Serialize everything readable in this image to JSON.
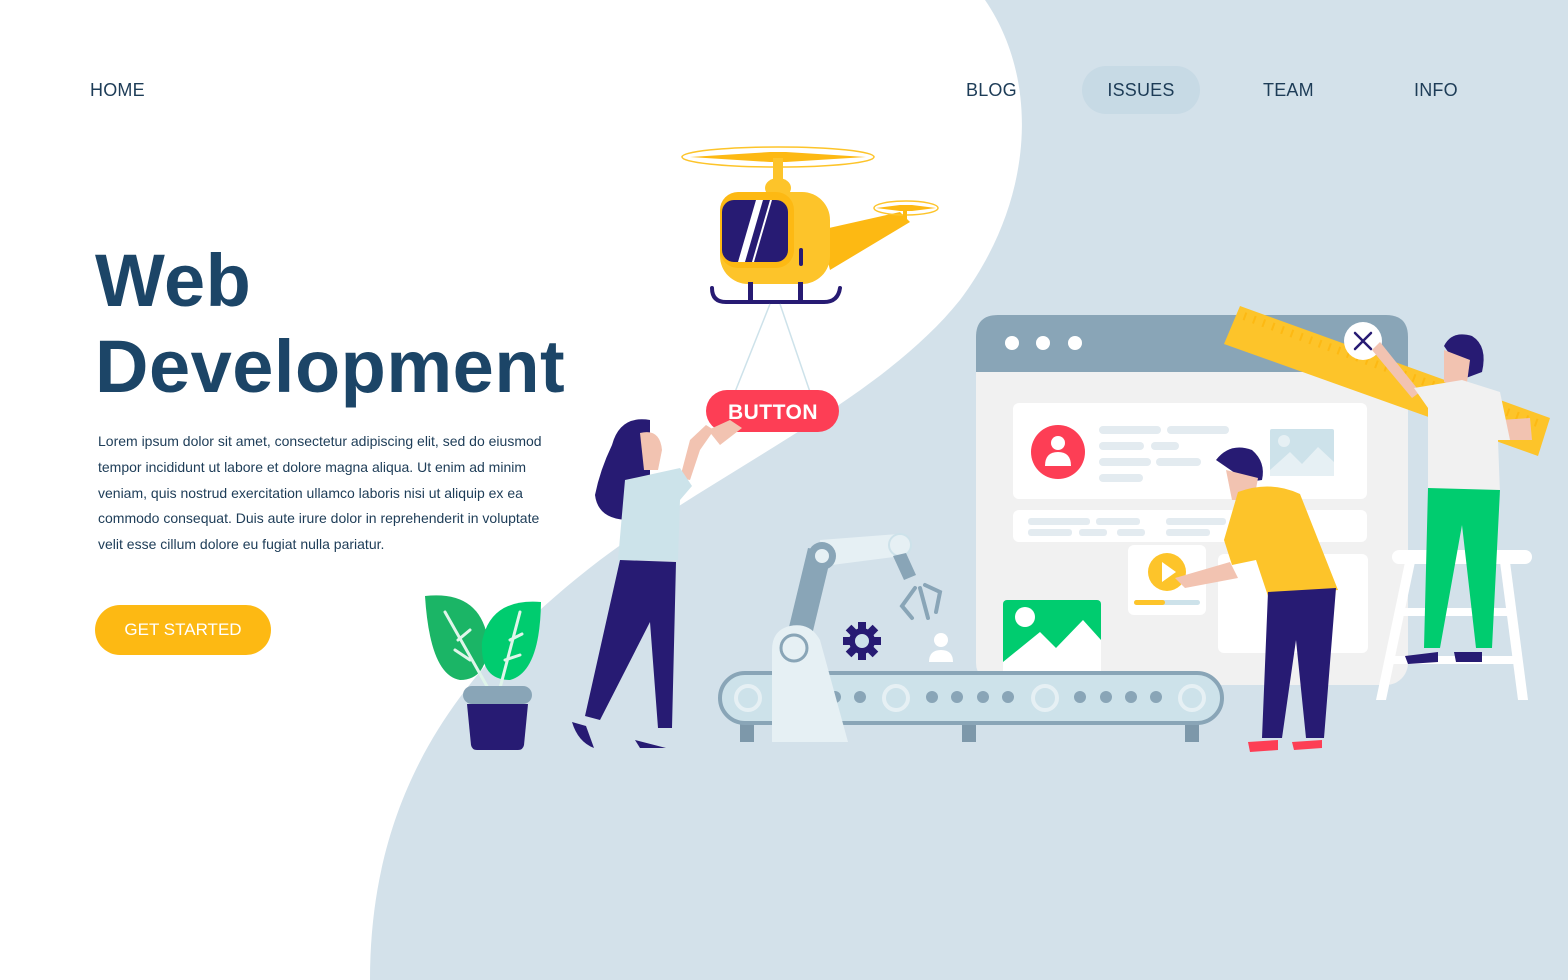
{
  "nav": {
    "items": [
      {
        "label": "HOME",
        "active": false
      },
      {
        "label": "BLOG",
        "active": false
      },
      {
        "label": "ISSUES",
        "active": true
      },
      {
        "label": "TEAM",
        "active": false
      },
      {
        "label": "INFO",
        "active": false
      }
    ]
  },
  "hero": {
    "title_line1": "Web",
    "title_line2": "Development",
    "body": "Lorem ipsum dolor sit amet, consectetur adipiscing elit, sed do eiusmod tempor incididunt ut labore et dolore magna aliqua. Ut enim ad minim veniam, quis nostrud exercitation ullamco laboris nisi ut aliquip ex ea commodo consequat. Duis aute irure dolor in reprehenderit in voluptate velit esse cillum dolore eu fugiat nulla pariatur.",
    "cta_label": "GET STARTED"
  },
  "illustration": {
    "hanging_button_label": "BUTTON",
    "icons": [
      "helicopter-icon",
      "user-avatar-icon",
      "image-icon",
      "play-icon",
      "gear-icon",
      "ruler-icon",
      "close-icon",
      "plant-icon",
      "robot-arm-icon",
      "conveyor-belt-icon",
      "ladder-icon"
    ]
  },
  "colors": {
    "background_blob": "#d3e1ea",
    "title": "#1c4567",
    "text": "#1d3c57",
    "cta": "#fdb913",
    "accent_red": "#fd3e55",
    "accent_yellow": "#fdc42a",
    "accent_green": "#00cc6f",
    "navy": "#271b73",
    "browser_bar": "#89a5b7"
  }
}
